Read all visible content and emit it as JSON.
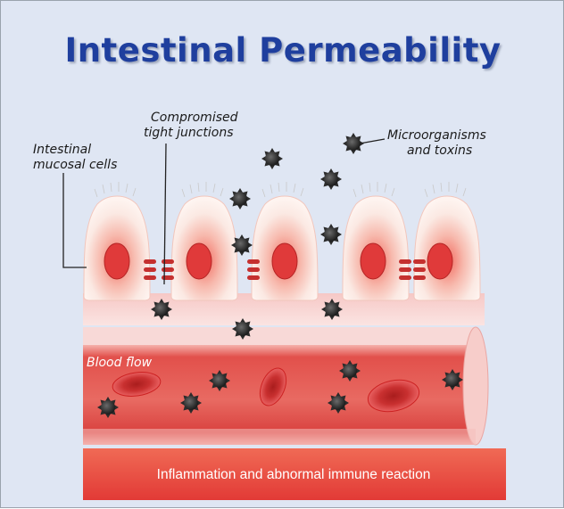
{
  "title": "Intestinal Permeability",
  "labels": {
    "mucosal_cells": [
      "Intestinal",
      "mucosal cells"
    ],
    "tight_junctions": [
      "Compromised",
      "tight junctions"
    ],
    "microorganisms": [
      "Microorganisms",
      "and toxins"
    ],
    "blood_flow": "Blood flow",
    "inflammation": "Inflammation and abnormal immune reaction"
  },
  "colors": {
    "title": "#1f3f9e",
    "background": "#dfe6f3",
    "cell_nucleus": "#e03a3a",
    "blood": "#e0474a",
    "inflammation_band": "#e8463e",
    "microbe": "#2b2b2b"
  }
}
